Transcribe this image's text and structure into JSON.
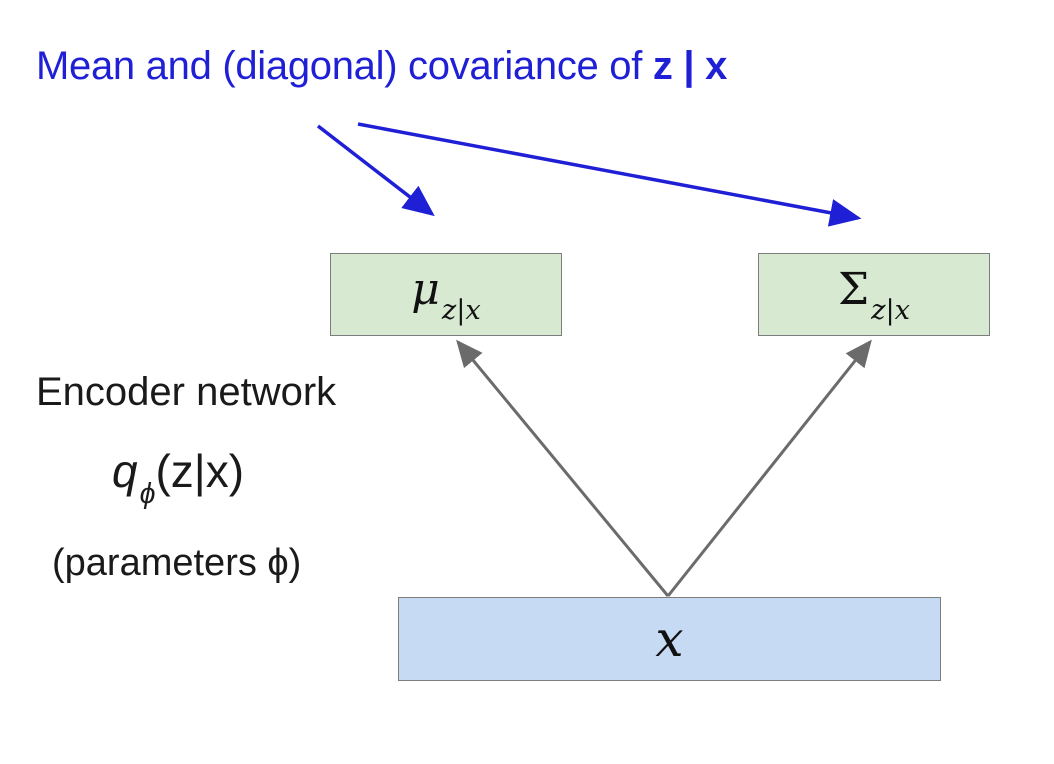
{
  "heading": {
    "prefix": "Mean and (diagonal) covariance of ",
    "bold": "z | x"
  },
  "outputs": {
    "mean": {
      "symbol": "μ",
      "subscript": "z|x"
    },
    "covariance": {
      "symbol": "Σ",
      "subscript": "z|x"
    }
  },
  "encoder": {
    "title": "Encoder network",
    "formula": {
      "q": "q",
      "phi": "ϕ",
      "args": "(z|x)"
    },
    "params": "(parameters ϕ)"
  },
  "input": {
    "symbol": "x"
  },
  "colors": {
    "annotation": "#1f1fd6",
    "output_box": "#d8e9d2",
    "input_box": "#c6daf3",
    "network_arrow": "#6b6b6b"
  }
}
